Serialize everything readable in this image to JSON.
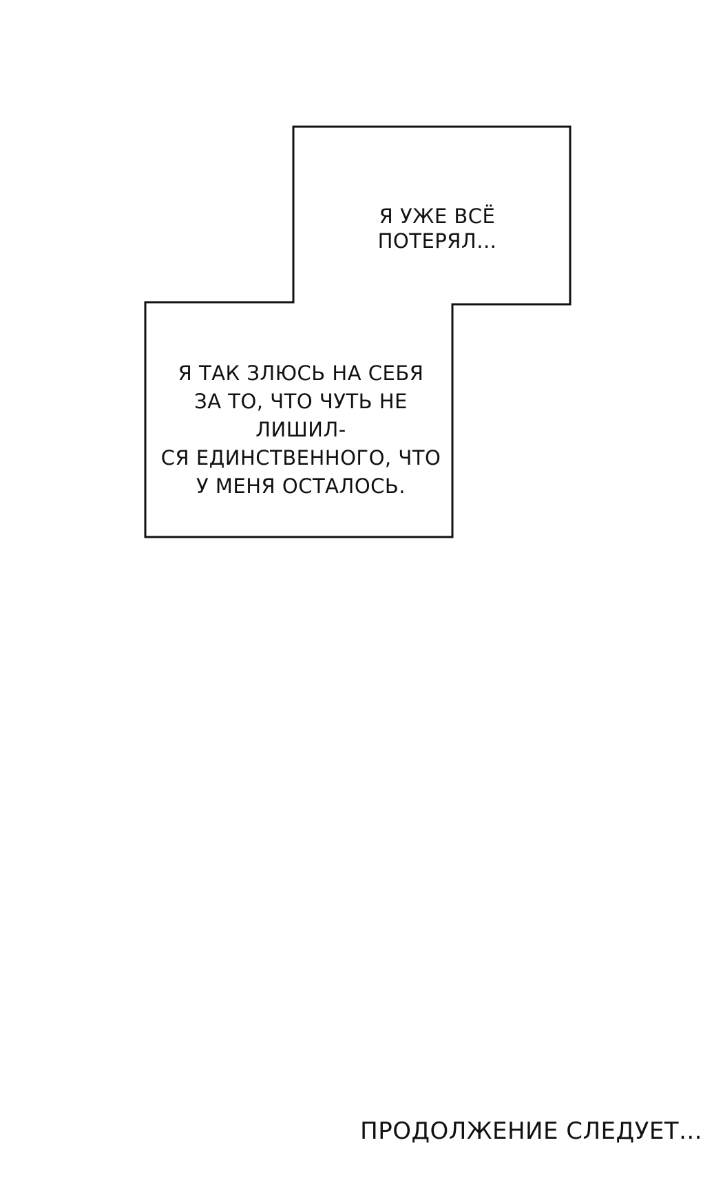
{
  "panel": {
    "caption_top": "Я УЖЕ ВСЁ ПОТЕРЯЛ...",
    "caption_main_lines": [
      "Я ТАК ЗЛЮСЬ НА СЕБЯ",
      "ЗА ТО, ЧТО ЧУТЬ НЕ ЛИШИЛ-",
      "СЯ ЕДИНСТВЕННОГО, ЧТО",
      "У МЕНЯ ОСТАЛОСЬ."
    ]
  },
  "footer": {
    "to_be_continued": "ПРОДОЛЖЕНИЕ СЛЕДУЕТ..."
  },
  "colors": {
    "background": "#ffffff",
    "ink": "#111111"
  }
}
